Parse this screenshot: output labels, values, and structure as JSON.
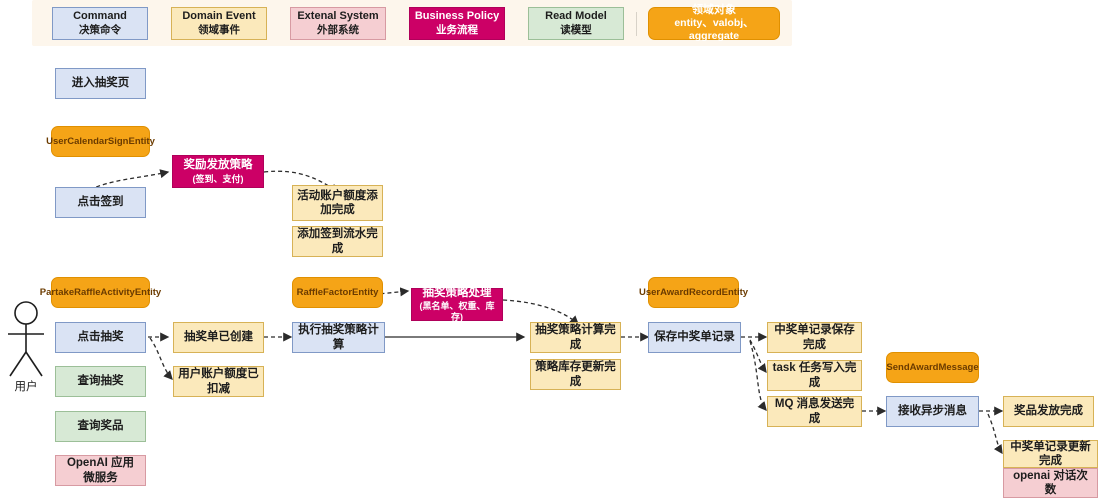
{
  "legend": {
    "items": [
      {
        "name": "command",
        "title": "Command",
        "sub": "决策命令"
      },
      {
        "name": "domain-event",
        "title": "Domain Event",
        "sub": "领域事件"
      },
      {
        "name": "external-system",
        "title": "Extenal System",
        "sub": "外部系统"
      },
      {
        "name": "business-policy",
        "title": "Business Policy",
        "sub": "业务流程"
      },
      {
        "name": "read-model",
        "title": "Read Model",
        "sub": "读模型"
      },
      {
        "name": "domain-object",
        "title": "领域对象",
        "sub": "entity、valobj、aggregate"
      }
    ]
  },
  "actor": {
    "label": "用户"
  },
  "nodes": {
    "enter_raffle_page": "进入抽奖页",
    "user_calendar_sign_entity": "UserCalendarSignEntity",
    "click_sign": "点击签到",
    "reward_policy_title": "奖励发放策略",
    "reward_policy_sub": "(签到、支付)",
    "account_quota_added": "活动账户额度添加完成",
    "sign_flow_added": "添加签到流水完成",
    "partake_raffle_activity_entity": "PartakeRaffleActivityEntity",
    "click_raffle": "点击抽奖",
    "query_raffle": "查询抽奖",
    "query_award": "查询奖品",
    "openai_app_service": "OpenAI 应用\n微服务",
    "openai_app_service_line1": "OpenAI 应用",
    "openai_app_service_line2": "微服务",
    "raffle_order_created": "抽奖单已创建",
    "user_quota_deducted": "用户账户额度已扣减",
    "raffle_factor_entity": "RaffleFactorEntity",
    "exec_raffle_strategy": "执行抽奖策略计算",
    "raffle_strategy_policy_title": "抽奖策略处理",
    "raffle_strategy_policy_sub": "(黑名单、权重、库存)",
    "strategy_calc_done": "抽奖策略计算完成",
    "strategy_stock_updated": "策略库存更新完成",
    "user_award_record_entity": "UserAwardRecordEntity",
    "save_award_record": "保存中奖单记录",
    "award_record_saved": "中奖单记录保存完成",
    "task_written": "task 任务写入完成",
    "mq_sent": "MQ 消息发送完成",
    "send_award_message": "SendAwardMessage",
    "receive_async_message": "接收异步消息",
    "award_issued": "奖品发放完成",
    "award_record_updated": "中奖单记录更新完成",
    "openai_chat_count": "openai 对话次数"
  },
  "colors": {
    "command": "#dae3f4",
    "domain_event": "#fbe9bb",
    "external_system": "#f5ced2",
    "business_policy": "#cc0066",
    "read_model": "#d7e9d5",
    "domain_object": "#f5a417",
    "legend_band": "#fdf6ec",
    "arrow": "#2b2b2b"
  }
}
